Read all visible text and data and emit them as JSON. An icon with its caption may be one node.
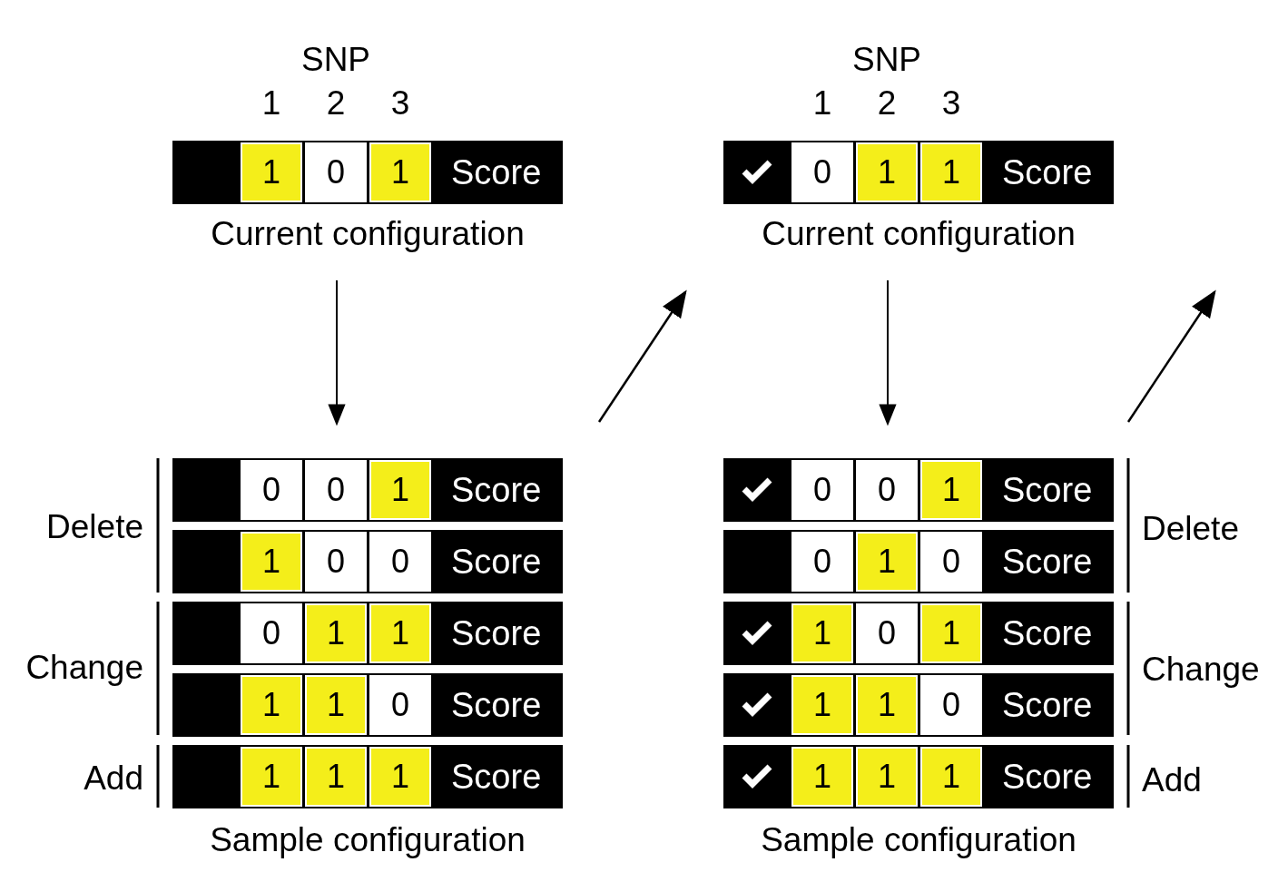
{
  "diagram": {
    "nodes": [
      {
        "text": [
          "Score"
        ],
        "beside": [
          "Current configuration"
        ]
      },
      {
        "text": [
          "1"
        ],
        "in": 0
      },
      {
        "text": [
          "0"
        ],
        "in": 0
      },
      {
        "text": [
          "1"
        ],
        "in": 0
      },
      {
        "text": [
          "Score"
        ],
        "beside": [
          "Current configuration"
        ]
      },
      {
        "text": [
          "0"
        ],
        "in": 4
      },
      {
        "text": [
          "1"
        ],
        "in": 4
      },
      {
        "text": [
          "1"
        ],
        "in": 4
      },
      {
        "text": [
          "Score"
        ]
      },
      {
        "text": [
          "0"
        ],
        "in": 8
      },
      {
        "text": [
          "0"
        ],
        "in": 8
      },
      {
        "text": [
          "1"
        ],
        "in": 8
      },
      {
        "text": [
          "Score"
        ]
      },
      {
        "text": [
          "1"
        ],
        "in": 12
      },
      {
        "text": [
          "0"
        ],
        "in": 12
      },
      {
        "text": [
          "0"
        ],
        "in": 12
      },
      {
        "text": [
          "Score"
        ]
      },
      {
        "text": [
          "0"
        ],
        "in": 16
      },
      {
        "text": [
          "1"
        ],
        "in": 16
      },
      {
        "text": [
          "1"
        ],
        "in": 16
      },
      {
        "text": [
          "Score"
        ]
      },
      {
        "text": [
          "1"
        ],
        "in": 20
      },
      {
        "text": [
          "1"
        ],
        "in": 20
      },
      {
        "text": [
          "0"
        ],
        "in": 20
      },
      {
        "text": [
          "Score"
        ]
      },
      {
        "text": [
          "1"
        ],
        "in": 24
      },
      {
        "text": [
          "1"
        ],
        "in": 24
      },
      {
        "text": [
          "1"
        ],
        "in": 24
      },
      {
        "text": [
          "Score"
        ]
      },
      {
        "text": [
          "0"
        ],
        "in": 28
      },
      {
        "text": [
          "0"
        ],
        "in": 28
      },
      {
        "text": [
          "1"
        ],
        "in": 28
      },
      {
        "text": [
          "Score"
        ]
      },
      {
        "text": [
          "0"
        ],
        "in": 32
      },
      {
        "text": [
          "1"
        ],
        "in": 32
      },
      {
        "text": [
          "0"
        ],
        "in": 32
      },
      {
        "text": [
          "Score"
        ]
      },
      {
        "text": [
          "1"
        ],
        "in": 36
      },
      {
        "text": [
          "0"
        ],
        "in": 36
      },
      {
        "text": [
          "1"
        ],
        "in": 36
      },
      {
        "text": [
          "Score"
        ]
      },
      {
        "text": [
          "1"
        ],
        "in": 40
      },
      {
        "text": [
          "1"
        ],
        "in": 40
      },
      {
        "text": [
          "0"
        ],
        "in": 40
      },
      {
        "text": [
          "Score"
        ]
      },
      {
        "text": [
          "1"
        ],
        "in": 44
      },
      {
        "text": [
          "1"
        ],
        "in": 44
      },
      {
        "text": [
          "1"
        ],
        "in": 44
      }
    ],
    "edges": [
      {
        "from": 0,
        "to": 8,
        "arrow": "to"
      },
      {
        "from": 4,
        "to": 28,
        "arrow": "to"
      }
    ],
    "labels": [
      "SNP",
      "1",
      "2",
      "3",
      "SNP",
      "1",
      "2",
      "3",
      "Delete",
      "Change",
      "Add",
      "Delete",
      "Change",
      "Add",
      "Sample configuration",
      "Sample configuration"
    ]
  }
}
